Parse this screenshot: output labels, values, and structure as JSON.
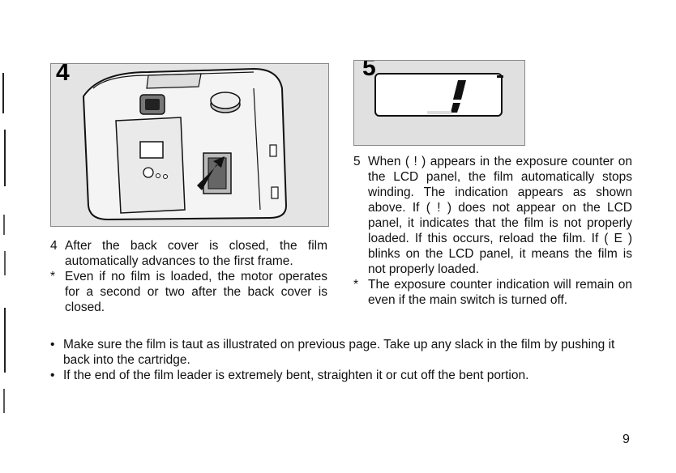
{
  "figures": {
    "left": {
      "number": "4"
    },
    "right": {
      "number": "5"
    }
  },
  "left_column": {
    "step": {
      "marker": "4",
      "text": "After the back cover is closed, the film automatically advances to the first frame."
    },
    "note": {
      "marker": "*",
      "text": "Even if no film is loaded, the motor operates for a second or two after the back cover is closed."
    }
  },
  "right_column": {
    "step": {
      "marker": "5",
      "text": "When ( ǃ ) appears in the exposure counter on the LCD panel, the film automatically stops winding. The indication appears as shown above. If ( ǃ ) does not appear on the LCD panel, it indicates that the film is not properly loaded. If this occurs, reload the film. If ( E ) blinks on the LCD panel, it means the film is not properly loaded."
    },
    "note": {
      "marker": "*",
      "text": "The exposure counter indication will remain on even if the main switch is turned off."
    }
  },
  "bottom_notes": [
    {
      "marker": "•",
      "text": "Make sure the film is taut as illustrated on previous page. Take up any slack in the film by pushing it back into the cartridge."
    },
    {
      "marker": "•",
      "text": "If the end of the film leader is extremely bent, straighten it or cut off the bent portion."
    }
  ],
  "page_number": "9"
}
